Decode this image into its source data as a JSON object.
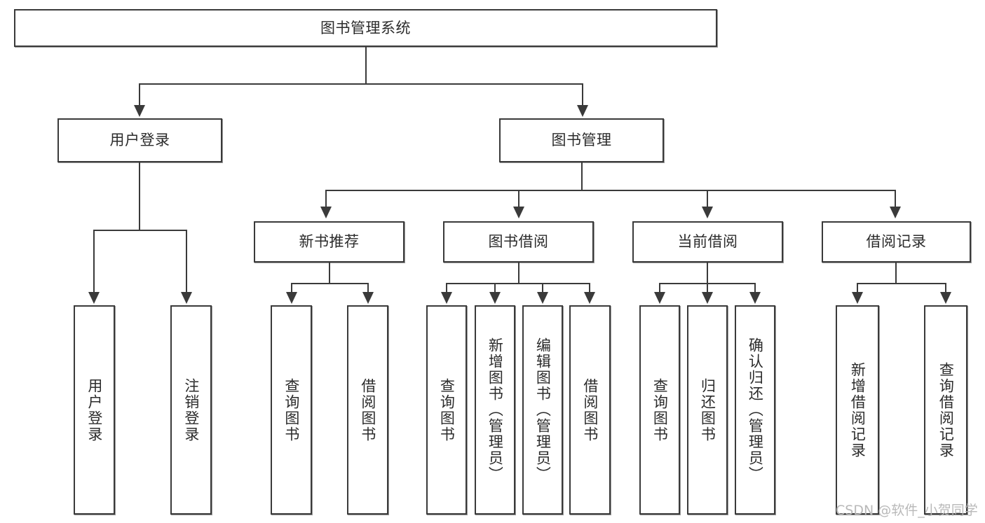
{
  "diagram": {
    "title": "图书管理系统",
    "type": "system-function-structure-tree",
    "root": {
      "label": "图书管理系统"
    },
    "level2": [
      {
        "label": "用户登录"
      },
      {
        "label": "图书管理"
      }
    ],
    "level3": [
      {
        "label": "新书推荐"
      },
      {
        "label": "图书借阅"
      },
      {
        "label": "当前借阅"
      },
      {
        "label": "借阅记录"
      }
    ],
    "leaves": {
      "user_login": [
        {
          "label": "用户登录"
        },
        {
          "label": "注销登录"
        }
      ],
      "new_book_recommend": [
        {
          "label": "查询图书"
        },
        {
          "label": "借阅图书"
        }
      ],
      "book_borrow": [
        {
          "label": "查询图书"
        },
        {
          "label": "新增图书（管理员）"
        },
        {
          "label": "编辑图书（管理员）"
        },
        {
          "label": "借阅图书"
        }
      ],
      "current_borrow": [
        {
          "label": "查询图书"
        },
        {
          "label": "归还图书"
        },
        {
          "label": "确认归还（管理员）"
        }
      ],
      "borrow_record": [
        {
          "label": "新增借阅记录"
        },
        {
          "label": "查询借阅记录"
        }
      ]
    }
  },
  "watermark": {
    "text": "CSDN @软件_小贺同学"
  },
  "colors": {
    "stroke": "#3a3a3a",
    "text": "#2b2b2b",
    "background": "#ffffff",
    "watermark": "#b9b9b9"
  }
}
